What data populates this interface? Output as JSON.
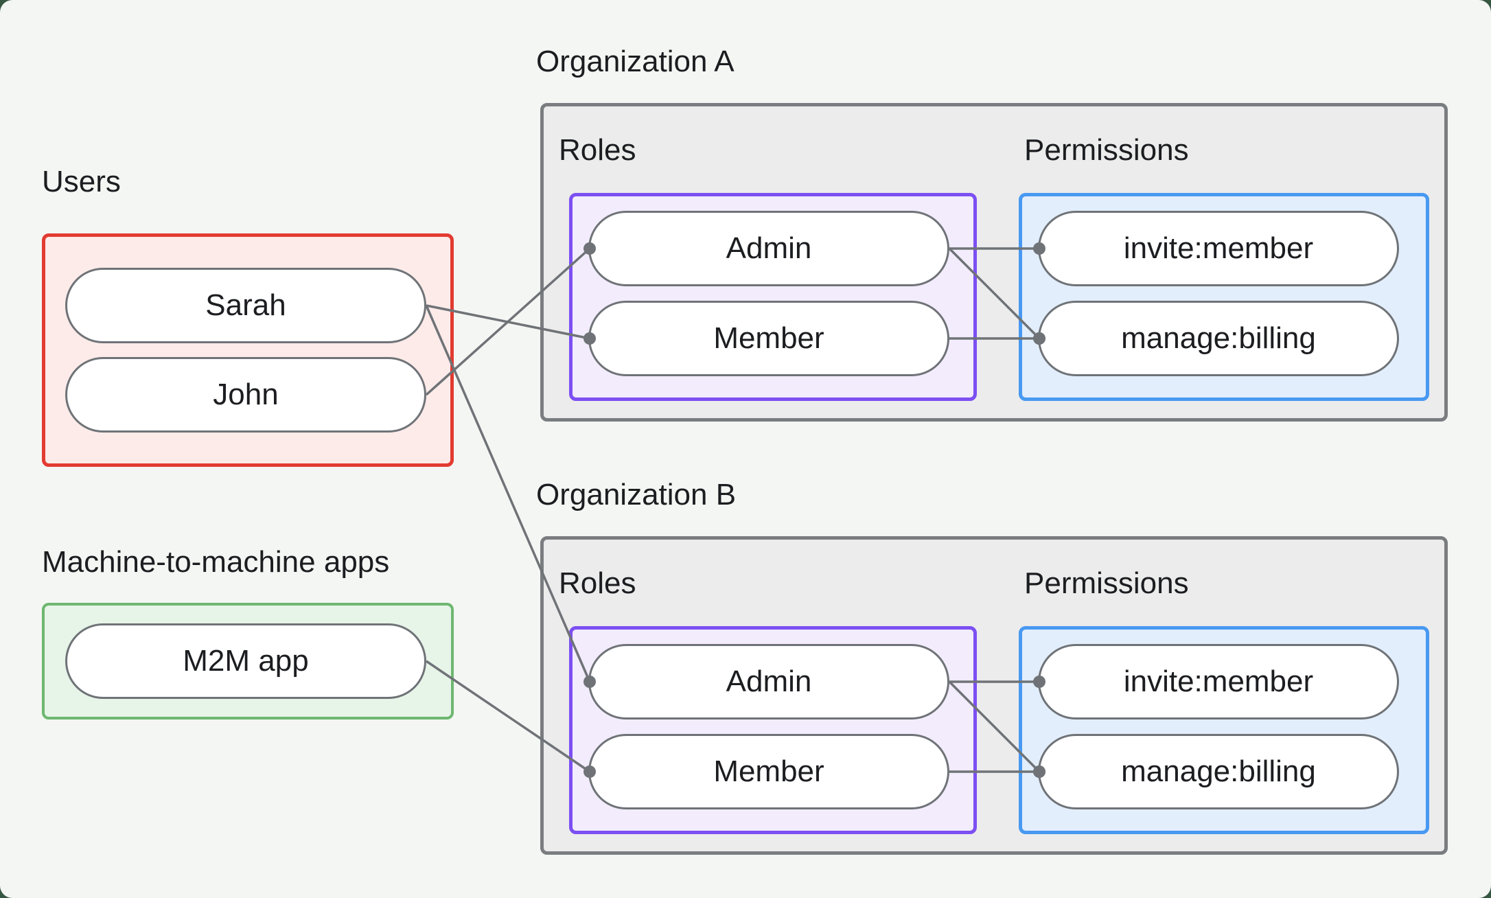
{
  "colors": {
    "page_bg": "#365742",
    "canvas_bg": "#f4f6f3",
    "org_box_bg": "#ececec",
    "org_box_border": "#7a7d80",
    "users_border": "#e23b31",
    "users_bg": "#fcebe9",
    "m2m_border": "#6db770",
    "m2m_bg": "#e7f4e8",
    "roles_border": "#7c4ff2",
    "roles_bg": "#f2ecfc",
    "permissions_border": "#4899f1",
    "permissions_bg": "#e2eefc",
    "pill_border": "#6f7377",
    "pill_bg": "#ffffff",
    "text": "#1c1d20",
    "connector": "#6f7377"
  },
  "users": {
    "label": "Users",
    "nodes": [
      {
        "id": "sarah",
        "label": "Sarah"
      },
      {
        "id": "john",
        "label": "John"
      }
    ]
  },
  "m2m": {
    "label": "Machine-to-machine apps",
    "nodes": [
      {
        "id": "m2m-app",
        "label": "M2M app"
      }
    ]
  },
  "organizations": [
    {
      "label": "Organization A",
      "roles_label": "Roles",
      "permissions_label": "Permissions",
      "roles": [
        {
          "id": "org-a-admin",
          "label": "Admin"
        },
        {
          "id": "org-a-member",
          "label": "Member"
        }
      ],
      "permissions": [
        {
          "id": "org-a-invite-member",
          "label": "invite:member"
        },
        {
          "id": "org-a-manage-billing",
          "label": "manage:billing"
        }
      ]
    },
    {
      "label": "Organization B",
      "roles_label": "Roles",
      "permissions_label": "Permissions",
      "roles": [
        {
          "id": "org-b-admin",
          "label": "Admin"
        },
        {
          "id": "org-b-member",
          "label": "Member"
        }
      ],
      "permissions": [
        {
          "id": "org-b-invite-member",
          "label": "invite:member"
        },
        {
          "id": "org-b-manage-billing",
          "label": "manage:billing"
        }
      ]
    }
  ],
  "connections": [
    {
      "from": "sarah",
      "to": "org-a-member"
    },
    {
      "from": "john",
      "to": "org-a-admin"
    },
    {
      "from": "sarah",
      "to": "org-b-admin"
    },
    {
      "from": "m2m-app",
      "to": "org-b-member"
    },
    {
      "from": "org-a-admin",
      "to": "org-a-invite-member"
    },
    {
      "from": "org-a-admin",
      "to": "org-a-manage-billing"
    },
    {
      "from": "org-a-member",
      "to": "org-a-manage-billing"
    },
    {
      "from": "org-b-admin",
      "to": "org-b-invite-member"
    },
    {
      "from": "org-b-admin",
      "to": "org-b-manage-billing"
    },
    {
      "from": "org-b-member",
      "to": "org-b-manage-billing"
    }
  ]
}
